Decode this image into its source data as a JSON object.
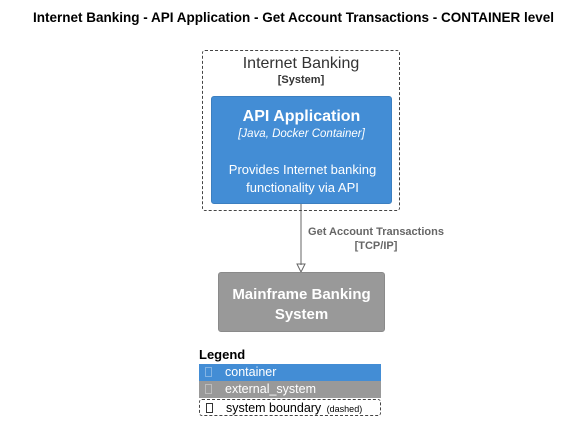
{
  "title": "Internet Banking - API Application - Get Account Transactions - CONTAINER level",
  "boundary": {
    "name": "Internet Banking",
    "type": "[System]"
  },
  "container": {
    "name": "API Application",
    "technology": "[Java, Docker Container]",
    "description": "Provides Internet banking functionality via API"
  },
  "external_system": {
    "name": "Mainframe Banking System"
  },
  "relationship": {
    "label": "Get Account Transactions",
    "technology": "[TCP/IP]"
  },
  "legend": {
    "title": "Legend",
    "items": [
      {
        "label": "container",
        "note": ""
      },
      {
        "label": "external_system",
        "note": ""
      },
      {
        "label": "system boundary",
        "note": "(dashed)"
      }
    ]
  },
  "colors": {
    "container": "#438dd5",
    "external_system": "#999999",
    "relationship": "#666666"
  }
}
